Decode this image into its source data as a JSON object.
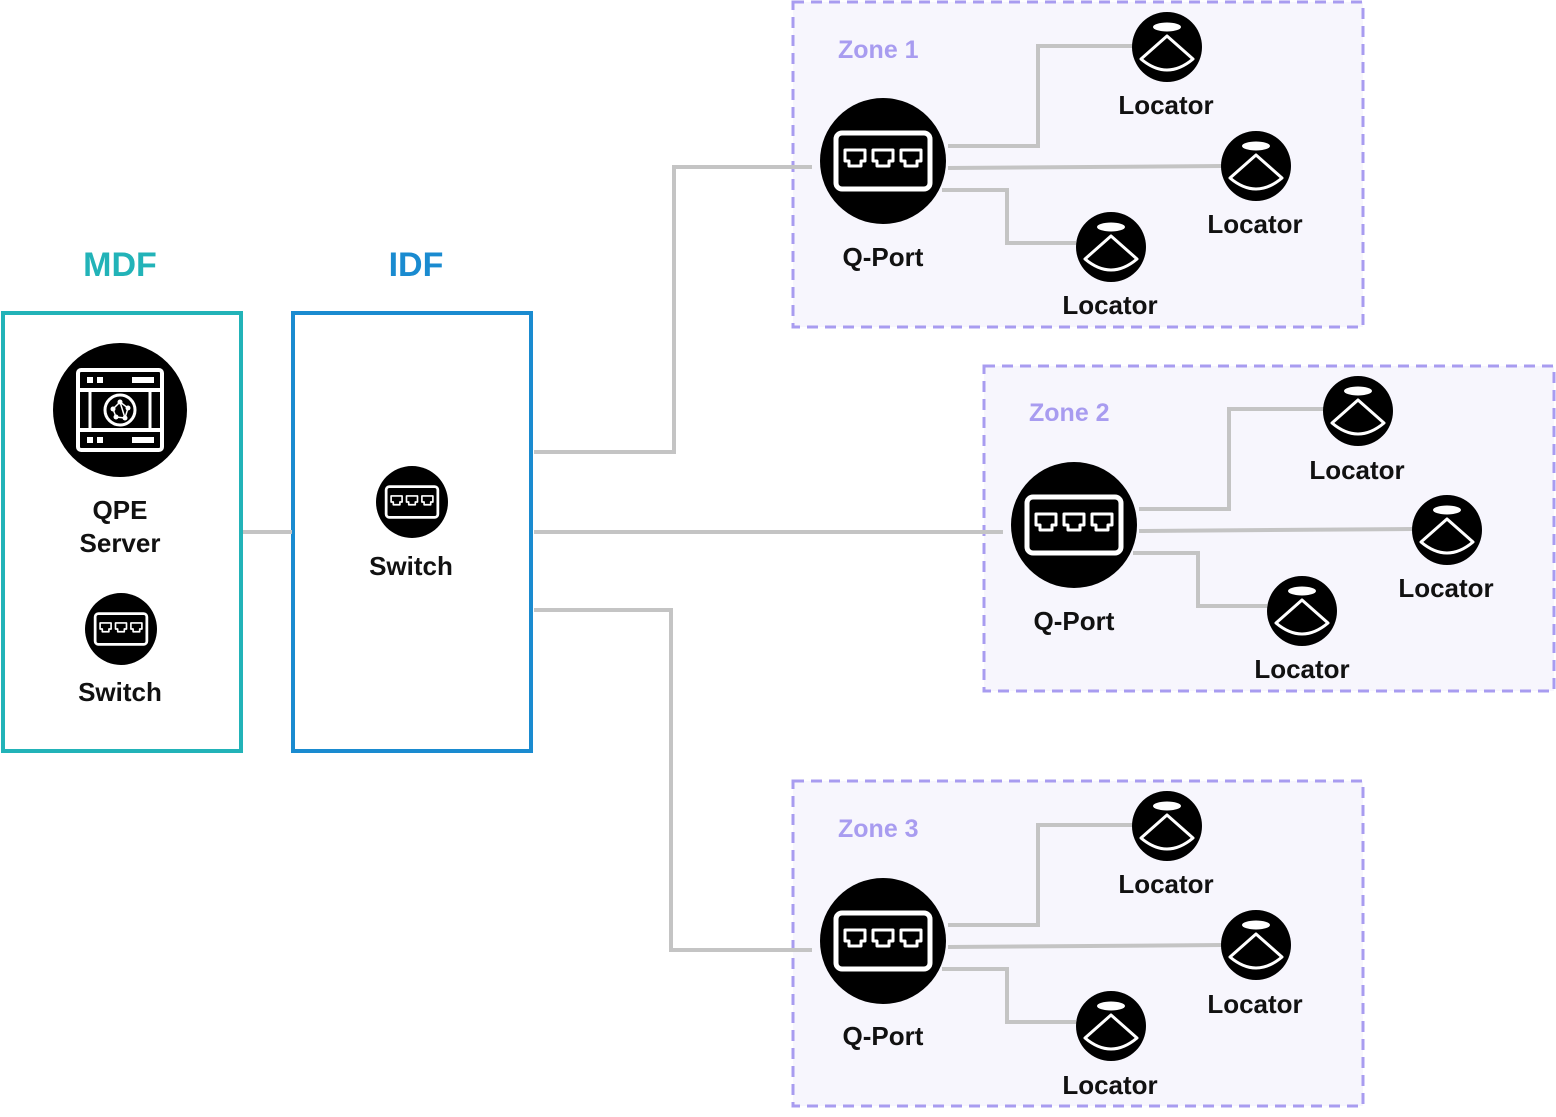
{
  "colors": {
    "mdf": "#22b3b8",
    "idf": "#1a8bd0",
    "zone_border": "#a89cf0",
    "zone_fill": "#f7f6fd",
    "connector": "#c4c4c4",
    "icon": "#000000"
  },
  "mdf": {
    "title": "MDF",
    "server_label_line1": "QPE",
    "server_label_line2": "Server",
    "switch_label": "Switch",
    "server_icon": "server-icon",
    "switch_icon": "switch-icon"
  },
  "idf": {
    "title": "IDF",
    "switch_label": "Switch",
    "switch_icon": "switch-icon"
  },
  "zones": [
    {
      "title": "Zone 1",
      "qport_label": "Q-Port",
      "locator_labels": [
        "Locator",
        "Locator",
        "Locator"
      ]
    },
    {
      "title": "Zone 2",
      "qport_label": "Q-Port",
      "locator_labels": [
        "Locator",
        "Locator",
        "Locator"
      ]
    },
    {
      "title": "Zone 3",
      "qport_label": "Q-Port",
      "locator_labels": [
        "Locator",
        "Locator",
        "Locator"
      ]
    }
  ]
}
